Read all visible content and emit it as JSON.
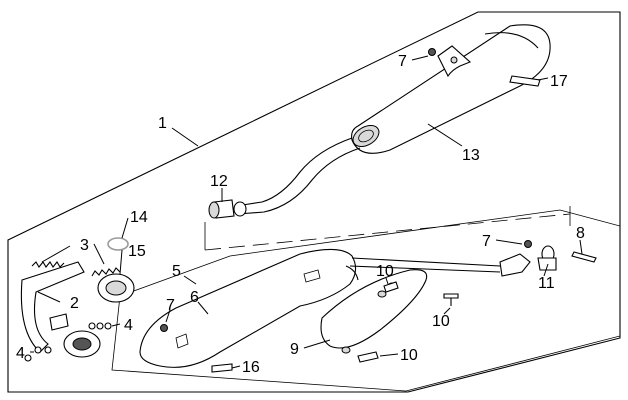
{
  "callouts": {
    "c1": "1",
    "c2": "2",
    "c3": "3",
    "c4a": "4",
    "c4b": "4",
    "c5": "5",
    "c6": "6",
    "c7a": "7",
    "c7b": "7",
    "c7c": "7",
    "c8": "8",
    "c9": "9",
    "c10a": "10",
    "c10b": "10",
    "c10c": "10",
    "c11": "11",
    "c12": "12",
    "c13": "13",
    "c14": "14",
    "c15": "15",
    "c16": "16",
    "c17": "17"
  }
}
